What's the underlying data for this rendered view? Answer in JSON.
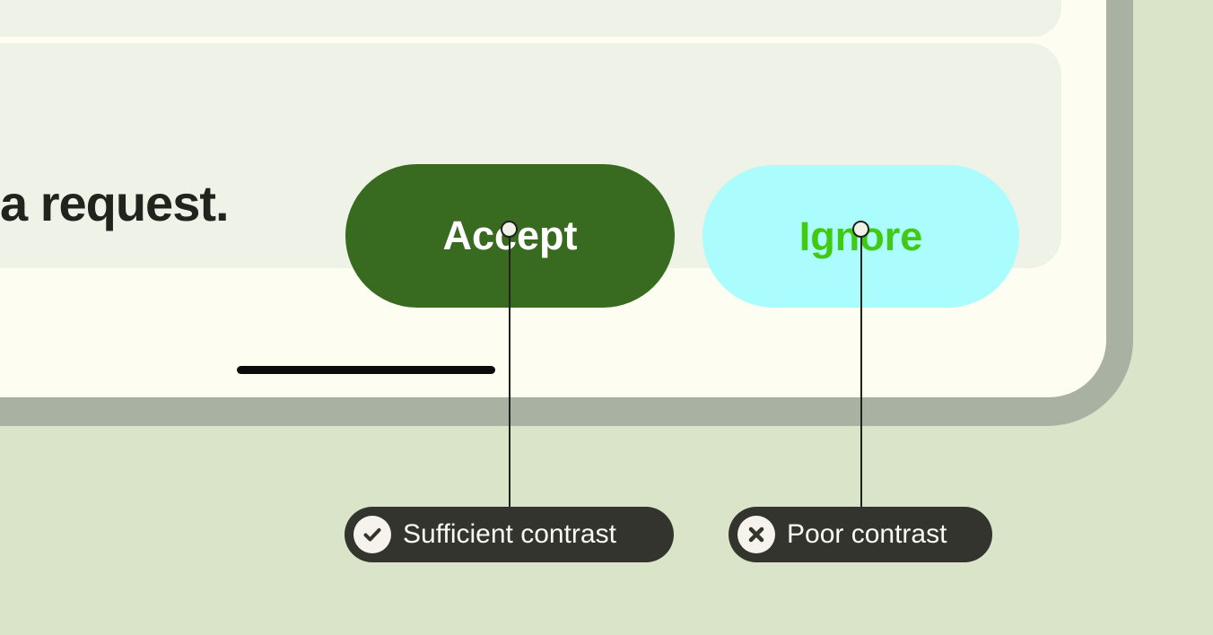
{
  "colors": {
    "page-bg": "#d9e4c8",
    "frame": "#a8b1a2",
    "screen": "#fdfdf2",
    "panel": "#eef2e7",
    "accept-bg": "#386a20",
    "accept-text": "#ffffff",
    "ignore-bg": "#abfcfc",
    "ignore-text": "#40ca10",
    "message-text": "#20241d",
    "indicator": "#0b0b0b",
    "line": "#1f221c",
    "anchor-fill": "#f0f2e7",
    "callout-bg": "#32342d",
    "callout-text": "#fbfaf3",
    "callout-icon-bg": "#f5f3ec",
    "callout-glyph": "#32342d"
  },
  "card": {
    "message_text": "a request.",
    "buttons": [
      {
        "label": "Accept"
      },
      {
        "label": "Ignore"
      }
    ]
  },
  "annotations": [
    {
      "label": "Sufficient contrast",
      "icon": "check-circle-icon"
    },
    {
      "label": "Poor contrast",
      "icon": "cross-circle-icon"
    }
  ]
}
